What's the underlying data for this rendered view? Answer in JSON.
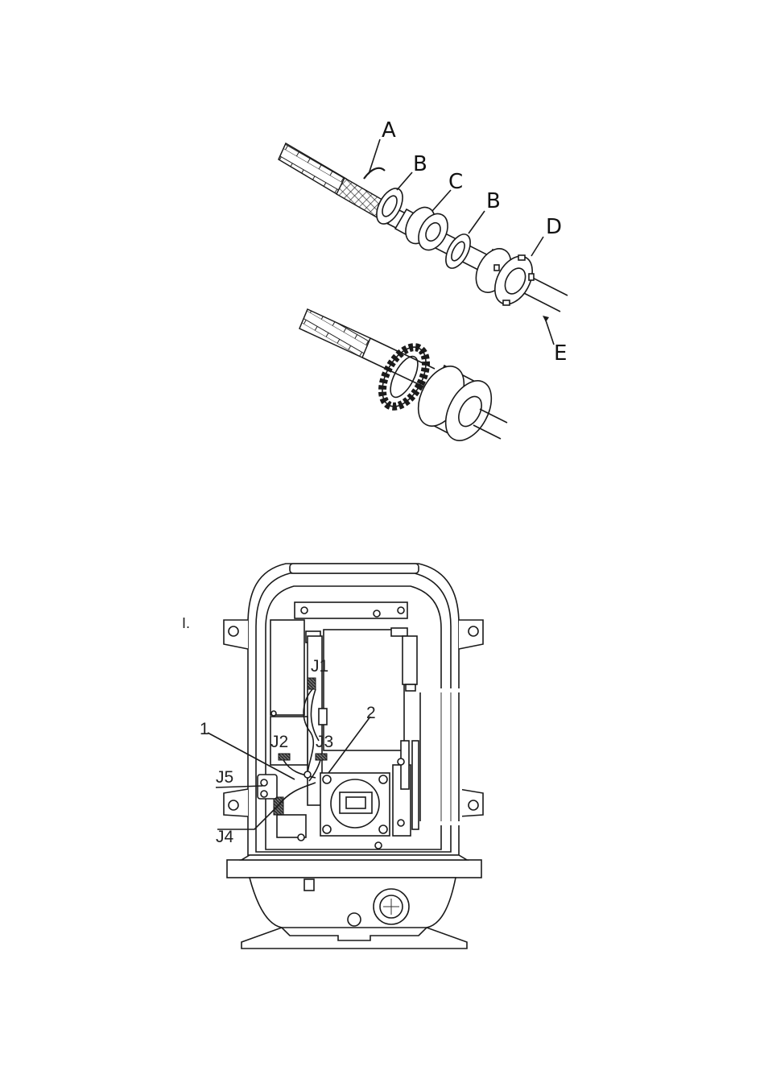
{
  "cable_gland_diagram": {
    "labels": {
      "A": "A",
      "B1": "B",
      "C": "C",
      "B2": "B",
      "D": "D",
      "E": "E"
    }
  },
  "enclosure_diagram": {
    "labels": {
      "item1": "1",
      "item2": "2",
      "J1": "J1",
      "J2": "J2",
      "J3": "J3",
      "J4": "J4",
      "J5": "J5"
    },
    "side_mark": "I."
  }
}
